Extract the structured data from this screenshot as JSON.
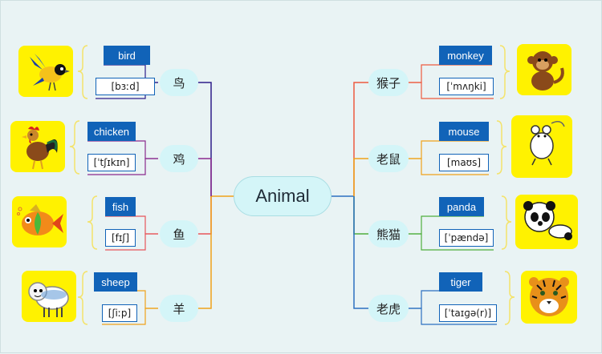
{
  "center": "Animal",
  "left": [
    {
      "cn": "鸟",
      "word": "bird",
      "ipa": "[bɜːd]",
      "icon": "bird-icon",
      "color": "#2e1d8a"
    },
    {
      "cn": "鸡",
      "word": "chicken",
      "ipa": "[ˈtʃɪkɪn]",
      "icon": "rooster-icon",
      "color": "#8a2a8e"
    },
    {
      "cn": "鱼",
      "word": "fish",
      "ipa": "[fɪʃ]",
      "icon": "fish-icon",
      "color": "#e8555a"
    },
    {
      "cn": "羊",
      "word": "sheep",
      "ipa": "[ʃiːp]",
      "icon": "sheep-icon",
      "color": "#f0a21a"
    }
  ],
  "right": [
    {
      "cn": "猴子",
      "word": "monkey",
      "ipa": "[ˈmʌŋki]",
      "icon": "monkey-icon",
      "color": "#ee5a3e"
    },
    {
      "cn": "老鼠",
      "word": "mouse",
      "ipa": "[maʊs]",
      "icon": "mouse-icon",
      "color": "#f0a21a"
    },
    {
      "cn": "熊猫",
      "word": "panda",
      "ipa": "[ˈpændə]",
      "icon": "panda-icon",
      "color": "#4fae3c"
    },
    {
      "cn": "老虎",
      "word": "tiger",
      "ipa": "[ˈtaɪɡə(r)]",
      "icon": "tiger-icon",
      "color": "#2c6fc0"
    }
  ]
}
